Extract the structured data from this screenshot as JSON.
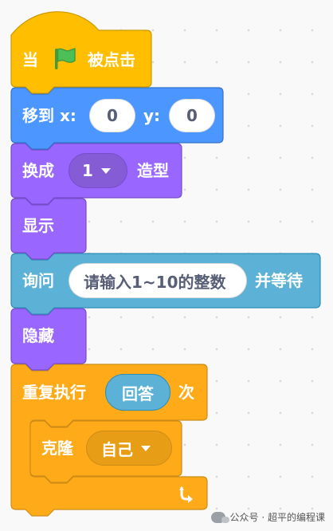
{
  "colors": {
    "events": "#ffbf00",
    "motion": "#4c97ff",
    "looks": "#9966ff",
    "sensing": "#5cb1d6",
    "control": "#ffab19"
  },
  "blocks": {
    "when_flag": {
      "label_before": "当",
      "label_after": "被点击",
      "icon": "green-flag-icon"
    },
    "goto_xy": {
      "label": "移到 x:",
      "x_value": "0",
      "y_label": "y:",
      "y_value": "0"
    },
    "switch_costume": {
      "label_before": "换成",
      "costume_value": "1",
      "label_after": "造型"
    },
    "show": {
      "label": "显示"
    },
    "ask_wait": {
      "label_before": "询问",
      "question": "请输入1~10的整数",
      "label_after": "并等待"
    },
    "hide": {
      "label": "隐藏"
    },
    "repeat": {
      "label_before": "重复执行",
      "reporter": "回答",
      "label_after": "次",
      "icon": "loop-arrow-icon"
    },
    "clone": {
      "label": "克隆",
      "target_value": "自己"
    }
  },
  "watermark": {
    "text": "公众号 · 超平的编程课",
    "icon": "wechat-icon"
  }
}
